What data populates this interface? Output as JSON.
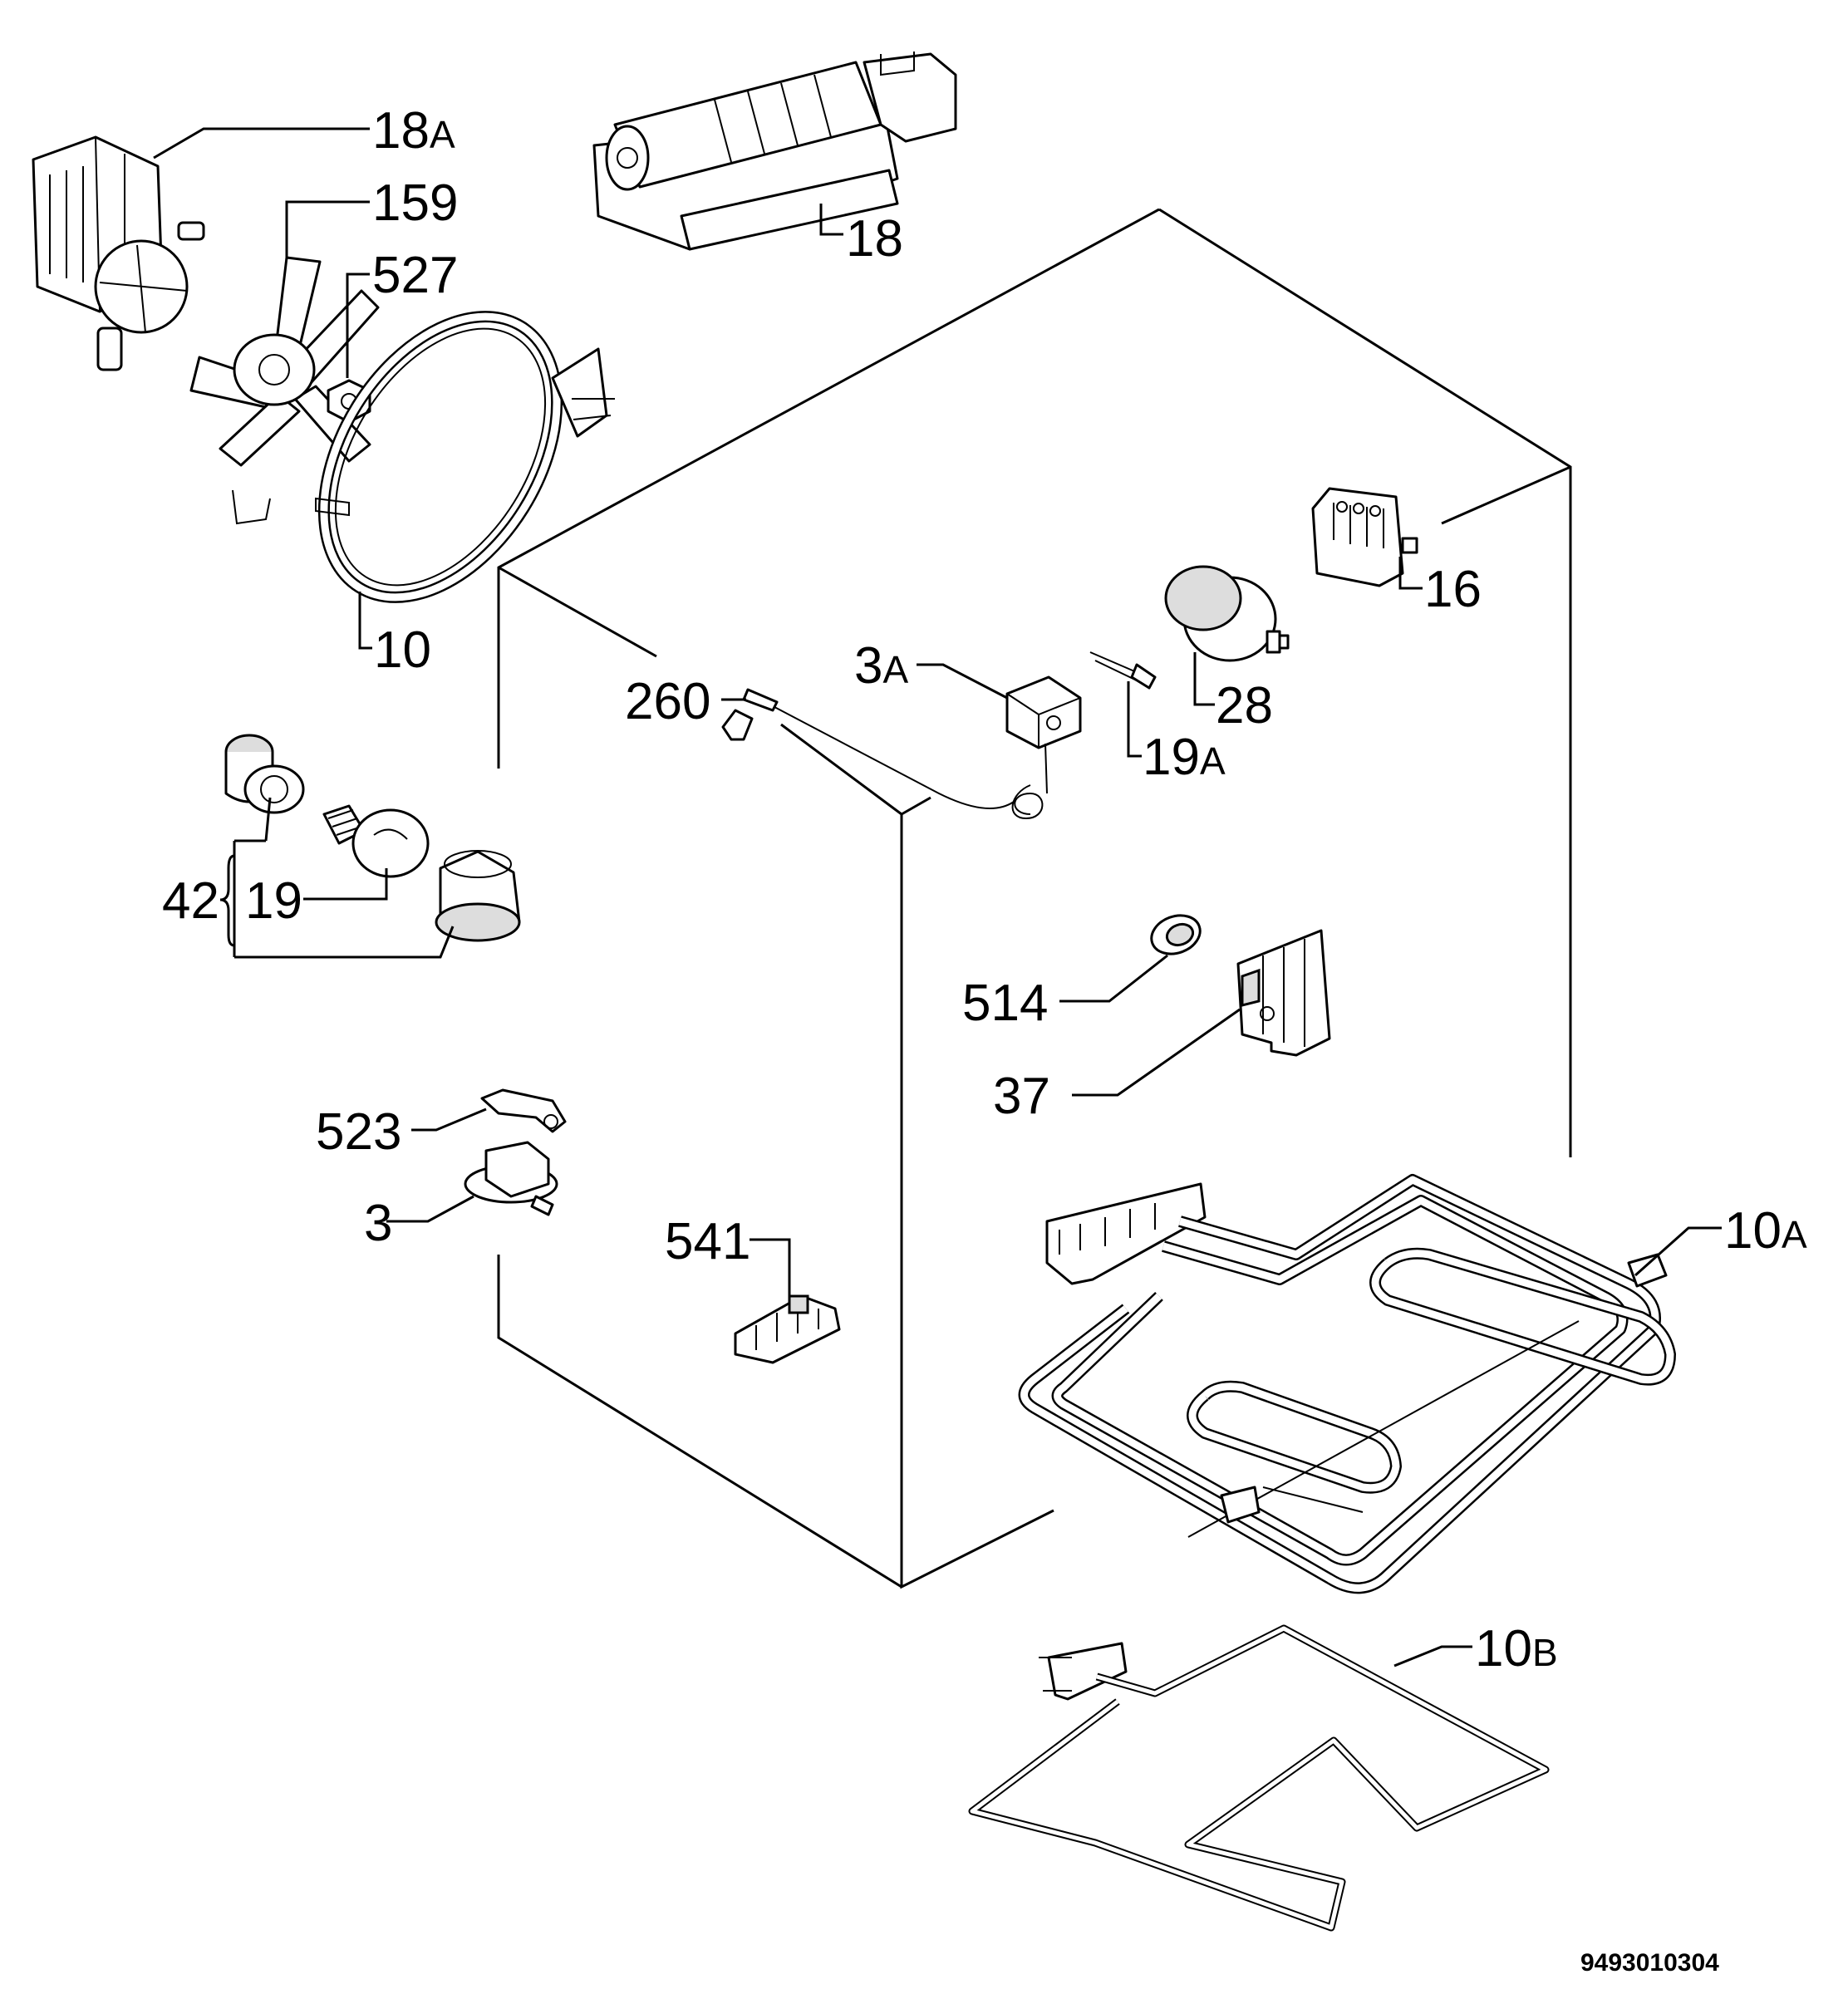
{
  "diagram": {
    "document_number": "9493010304",
    "labels": {
      "p18a": {
        "main": "18",
        "sub": "A"
      },
      "p159": {
        "main": "159"
      },
      "p527": {
        "main": "527"
      },
      "p18": {
        "main": "18"
      },
      "p10": {
        "main": "10"
      },
      "p16": {
        "main": "16"
      },
      "p3a": {
        "main": "3",
        "sub": "A"
      },
      "p260": {
        "main": "260"
      },
      "p28": {
        "main": "28"
      },
      "p19a": {
        "main": "19",
        "sub": "A"
      },
      "p42": {
        "main": "42"
      },
      "p19": {
        "main": "19"
      },
      "p514": {
        "main": "514"
      },
      "p37": {
        "main": "37"
      },
      "p523": {
        "main": "523"
      },
      "p3": {
        "main": "3"
      },
      "p541": {
        "main": "541"
      },
      "p10a": {
        "main": "10",
        "sub": "A"
      },
      "p10b": {
        "main": "10",
        "sub": "B"
      }
    }
  }
}
